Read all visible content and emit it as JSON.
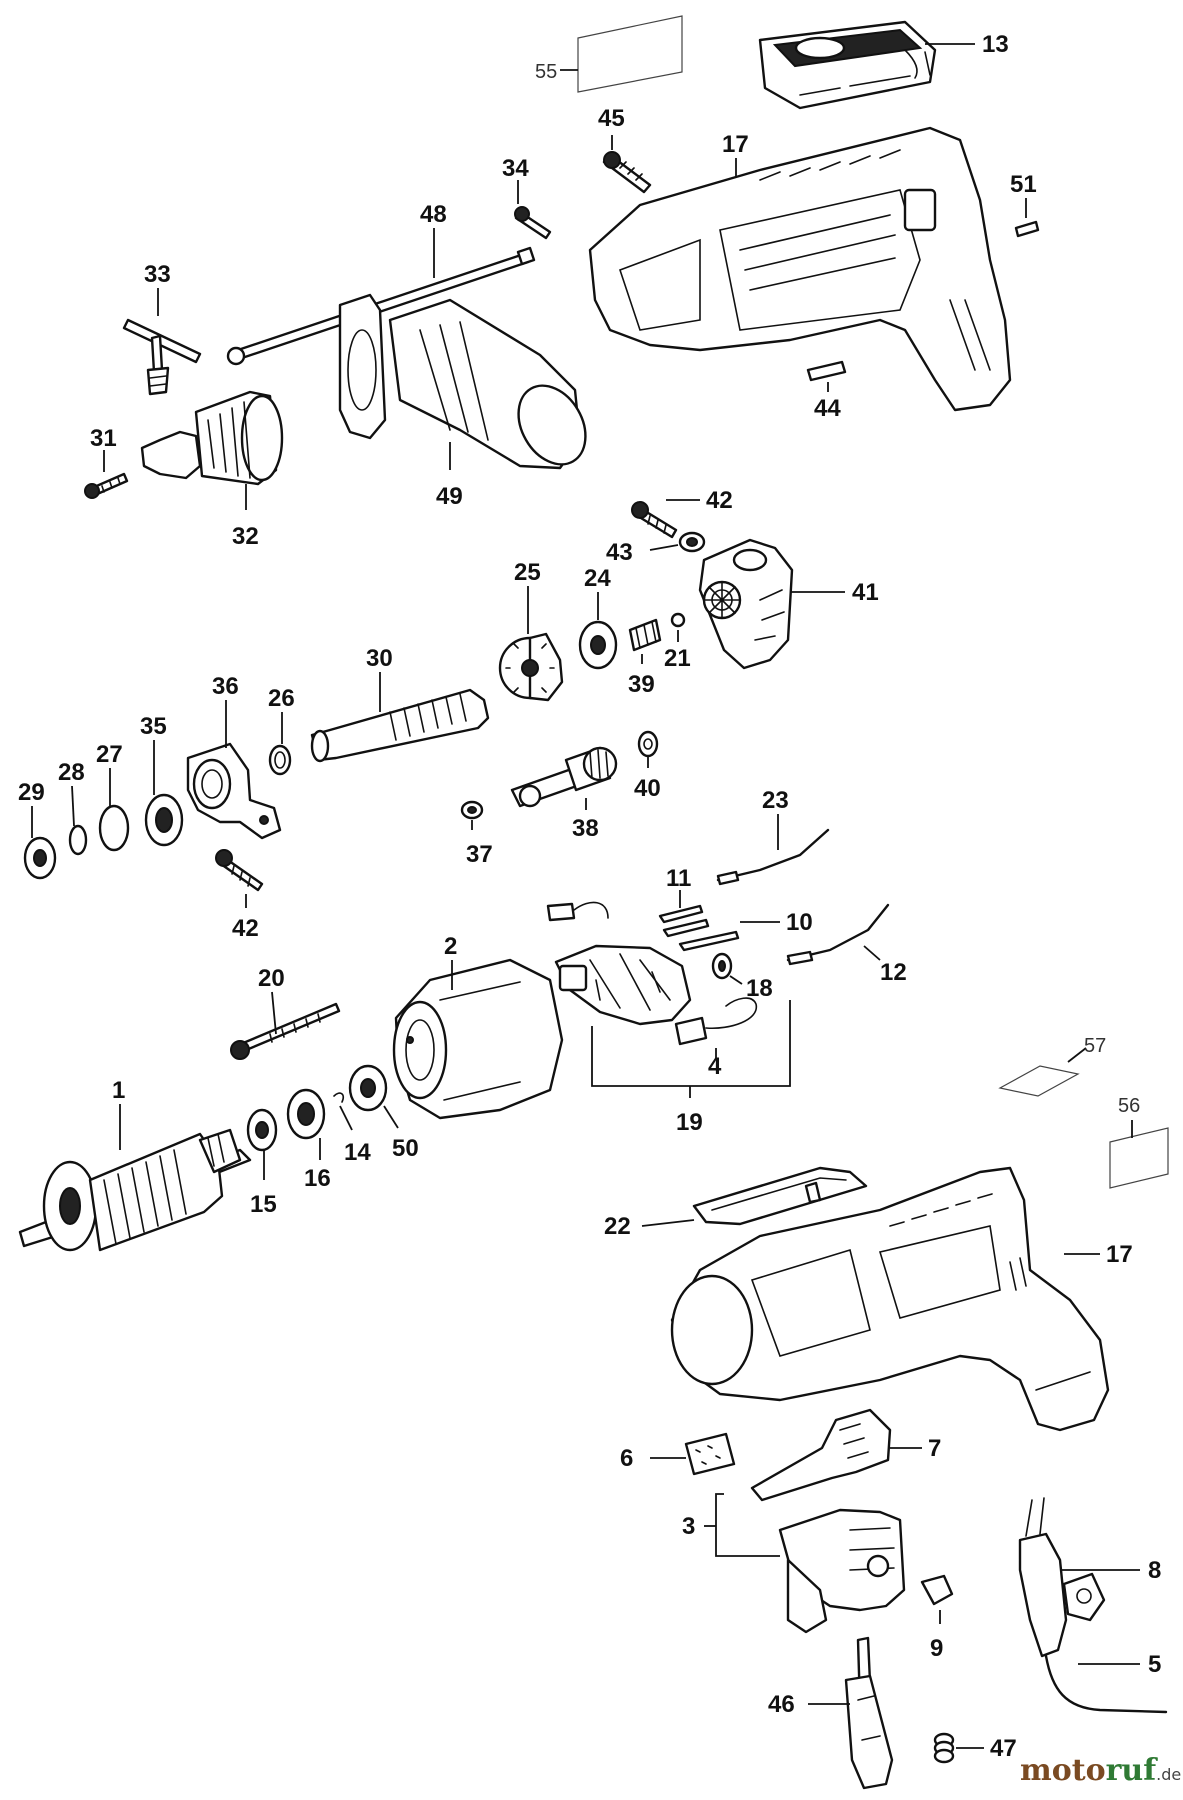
{
  "callouts": {
    "p1": "1",
    "p2": "2",
    "p3": "3",
    "p4": "4",
    "p5": "5",
    "p6": "6",
    "p7": "7",
    "p8": "8",
    "p9": "9",
    "p10": "10",
    "p11": "11",
    "p12": "12",
    "p13": "13",
    "p14": "14",
    "p15": "15",
    "p16": "16",
    "p17a": "17",
    "p17b": "17",
    "p18": "18",
    "p19": "19",
    "p20": "20",
    "p21": "21",
    "p22": "22",
    "p23": "23",
    "p24": "24",
    "p25": "25",
    "p26": "26",
    "p27": "27",
    "p28": "28",
    "p29": "29",
    "p30": "30",
    "p31": "31",
    "p32": "32",
    "p33": "33",
    "p34": "34",
    "p35": "35",
    "p36": "36",
    "p37": "37",
    "p38": "38",
    "p39": "39",
    "p40": "40",
    "p41": "41",
    "p42a": "42",
    "p42b": "42",
    "p43": "43",
    "p44": "44",
    "p45": "45",
    "p46": "46",
    "p47": "47",
    "p48": "48",
    "p49": "49",
    "p50": "50",
    "p51": "51",
    "p55": "55",
    "p56": "56",
    "p57": "57"
  },
  "watermark": {
    "part_a": "moto",
    "part_b": "ruf",
    "part_c": ".de"
  },
  "colors": {
    "line": "#111111",
    "watermark_brown": "#7a4a22",
    "watermark_green": "#2f7a34"
  }
}
